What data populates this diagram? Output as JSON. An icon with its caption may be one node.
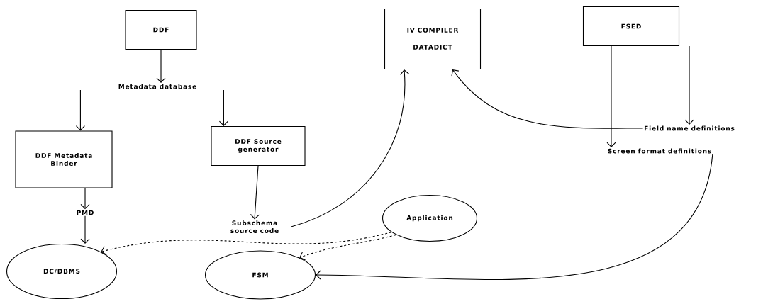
{
  "diagram": {
    "nodes": [
      {
        "text": [
          "DDF"
        ]
      },
      {
        "text": [
          "IV COMPILER",
          "DATADICT"
        ]
      },
      {
        "text": [
          "FSED"
        ]
      },
      {
        "text": [
          "Metadata database"
        ]
      },
      {
        "text": [
          "DDF Metadata Binder"
        ]
      },
      {
        "text": [
          "DDF Source generator"
        ]
      },
      {
        "text": [
          "Field name definitions"
        ]
      },
      {
        "text": [
          "Screen format definitions"
        ]
      },
      {
        "text": [
          "PMD"
        ]
      },
      {
        "text": [
          "Subschema source code"
        ]
      },
      {
        "text": [
          "Application"
        ]
      },
      {
        "text": [
          "DC/DBMS"
        ]
      },
      {
        "text": [
          "FSM"
        ]
      }
    ],
    "edges": [
      {
        "from": 0,
        "to": 3,
        "arrow": "to"
      },
      {
        "from": 3,
        "to": 4,
        "arrow": "to"
      },
      {
        "from": 3,
        "to": 5,
        "arrow": "to"
      },
      {
        "from": 4,
        "to": 8,
        "arrow": "to"
      },
      {
        "from": 5,
        "to": 9,
        "arrow": "to"
      },
      {
        "from": 8,
        "to": 11,
        "arrow": "to"
      },
      {
        "from": 9,
        "to": 1,
        "arrow": "to"
      },
      {
        "from": 6,
        "to": 1,
        "arrow": "to"
      },
      {
        "from": 2,
        "to": 6,
        "arrow": "to"
      },
      {
        "from": 2,
        "to": 7,
        "arrow": "to"
      },
      {
        "from": 7,
        "to": 12,
        "arrow": "to"
      },
      {
        "from": 10,
        "to": 11,
        "arrow": "to",
        "style": "dashed"
      },
      {
        "from": 10,
        "to": 12,
        "arrow": "to",
        "style": "dashed"
      }
    ]
  }
}
